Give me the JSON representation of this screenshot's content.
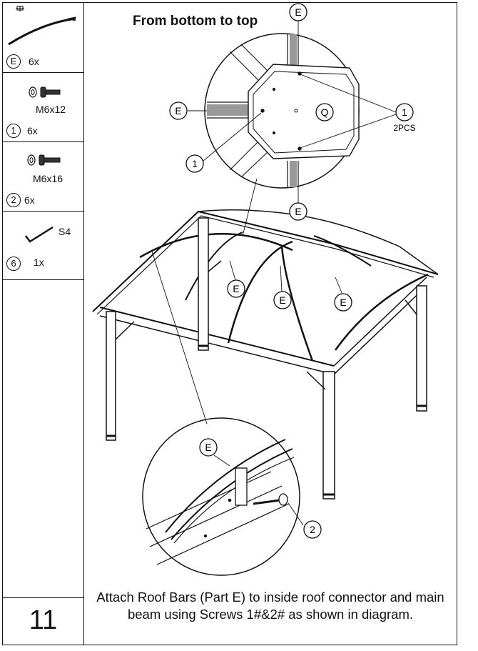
{
  "step": {
    "number": "11"
  },
  "heading": "From bottom to top",
  "instructions": "Attach Roof Bars (Part E) to inside roof connector and main beam using  Screws 1#&2# as shown in diagram.",
  "parts": [
    {
      "id": "E",
      "qty": "6x",
      "spec": ""
    },
    {
      "id": "1",
      "qty": "6x",
      "spec": "M6x12"
    },
    {
      "id": "2",
      "qty": "6x",
      "spec": "M6x16"
    },
    {
      "id": "6",
      "qty": "1x",
      "spec": "S4"
    }
  ],
  "callouts": {
    "roof_bar": "E",
    "screw_1": "1",
    "screw_2": "2",
    "connector": "Q",
    "pcs_note": "2PCS"
  },
  "icons": [
    "roof-bar-icon",
    "screw-set-icon",
    "hex-key-icon",
    "gazebo-drawing",
    "top-connector-detail",
    "beam-connection-detail"
  ]
}
